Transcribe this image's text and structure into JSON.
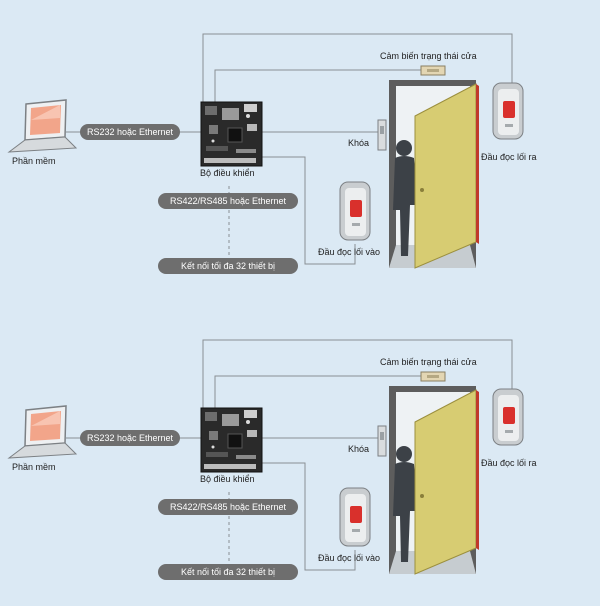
{
  "diagrams": [
    {
      "software_label": "Phần mềm",
      "pc_link_label": "RS232 hoặc Ethernet",
      "controller_label": "Bộ điều khiển",
      "bus_label": "RS422/RS485 hoặc Ethernet",
      "max_devices_label": "Kết nối tối đa 32 thiết bị",
      "lock_label": "Khóa",
      "door_sensor_label": "Cảm biến trạng thái cửa",
      "exit_reader_label": "Đầu đọc lối ra",
      "entry_reader_label": "Đầu đọc lối vào"
    },
    {
      "software_label": "Phần mềm",
      "pc_link_label": "RS232 hoặc Ethernet",
      "controller_label": "Bộ điều khiển",
      "bus_label": "RS422/RS485 hoặc Ethernet",
      "max_devices_label": "Kết nối tối đa 32 thiết bị",
      "lock_label": "Khóa",
      "door_sensor_label": "Cảm biến trạng thái cửa",
      "exit_reader_label": "Đầu đọc lối ra",
      "entry_reader_label": "Đầu đọc lối vào"
    }
  ],
  "colors": {
    "background": "#dbe9f4",
    "wire": "#8a8f93",
    "pill": "#6e6e6e",
    "door_panel": "#d7cc72",
    "door_edge": "#c0392b",
    "reader_window": "#d9302c",
    "screen": "#f2a58a",
    "controller_board": "#2a2a2a"
  },
  "icons": [
    "laptop-icon",
    "controller-board-icon",
    "lock-icon",
    "door-icon",
    "person-icon",
    "door-sensor-icon",
    "card-reader-icon"
  ]
}
